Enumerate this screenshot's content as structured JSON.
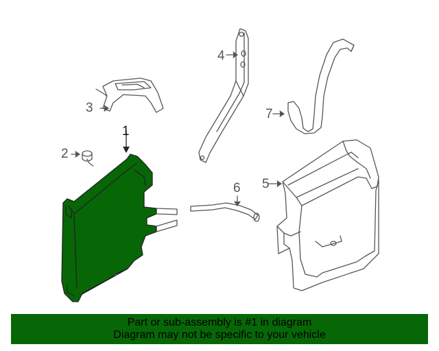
{
  "callouts": {
    "c1": "1",
    "c2": "2",
    "c3": "3",
    "c4": "4",
    "c5": "5",
    "c6": "6",
    "c7": "7"
  },
  "footer": {
    "line1": "Part or sub-assembly is #1 in diagram",
    "line2": "Diagram may not be specific to your vehicle"
  },
  "colors": {
    "highlight": "#076707",
    "outline": "#555555",
    "footer_bg": "#076707"
  }
}
